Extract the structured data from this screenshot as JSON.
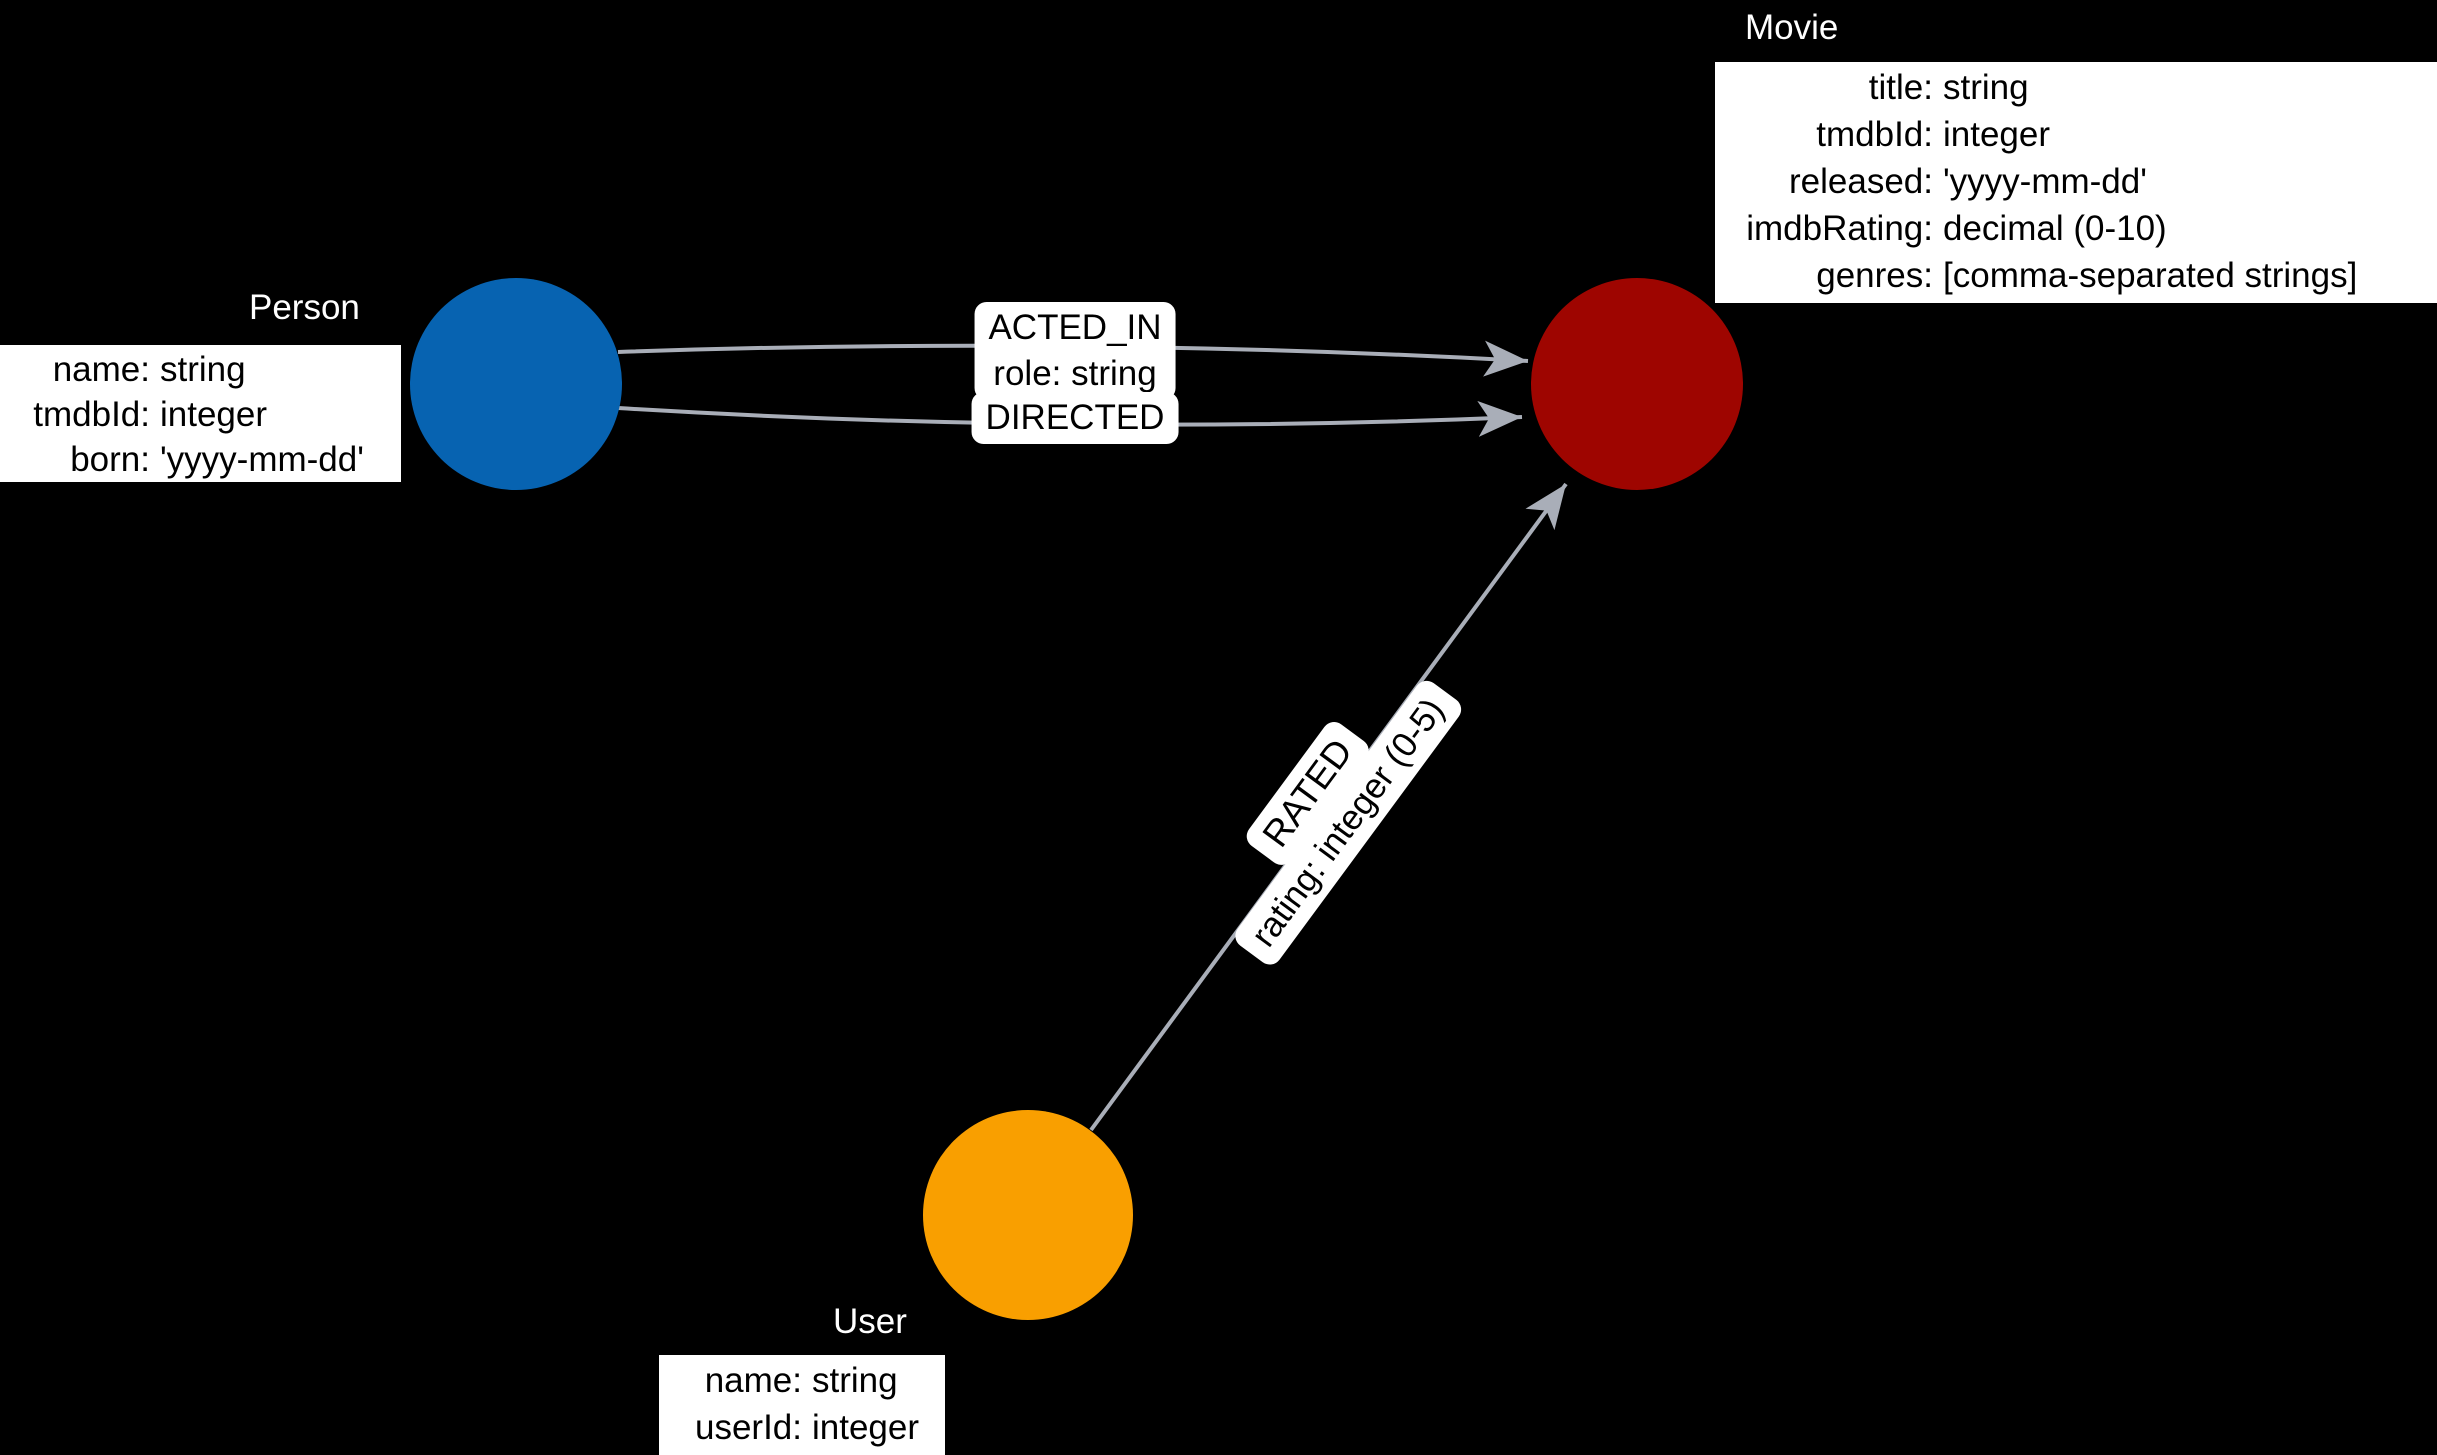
{
  "diagram": {
    "background": "#000000",
    "edge_color": "#a9aeb8",
    "nodes": {
      "person": {
        "label": "Person",
        "color": "#0763b1",
        "properties": [
          {
            "key": "name:",
            "value": "string"
          },
          {
            "key": "tmdbId:",
            "value": "integer"
          },
          {
            "key": "born:",
            "value": "'yyyy-mm-dd'"
          }
        ]
      },
      "movie": {
        "label": "Movie",
        "color": "#9e0500",
        "properties": [
          {
            "key": "title:",
            "value": "string"
          },
          {
            "key": "tmdbId:",
            "value": "integer"
          },
          {
            "key": "released:",
            "value": "'yyyy-mm-dd'"
          },
          {
            "key": "imdbRating:",
            "value": "decimal (0-10)"
          },
          {
            "key": "genres:",
            "value": "[comma-separated strings]"
          }
        ]
      },
      "user": {
        "label": "User",
        "color": "#f99f00",
        "properties": [
          {
            "key": "name:",
            "value": "string"
          },
          {
            "key": "userId:",
            "value": "integer"
          }
        ]
      }
    },
    "relationships": {
      "acted_in": {
        "type": "ACTED_IN",
        "property": "role: string",
        "from": "Person",
        "to": "Movie"
      },
      "directed": {
        "type": "DIRECTED",
        "from": "Person",
        "to": "Movie"
      },
      "rated": {
        "type": "RATED",
        "property": "rating: integer (0-5)",
        "from": "User",
        "to": "Movie"
      }
    }
  }
}
